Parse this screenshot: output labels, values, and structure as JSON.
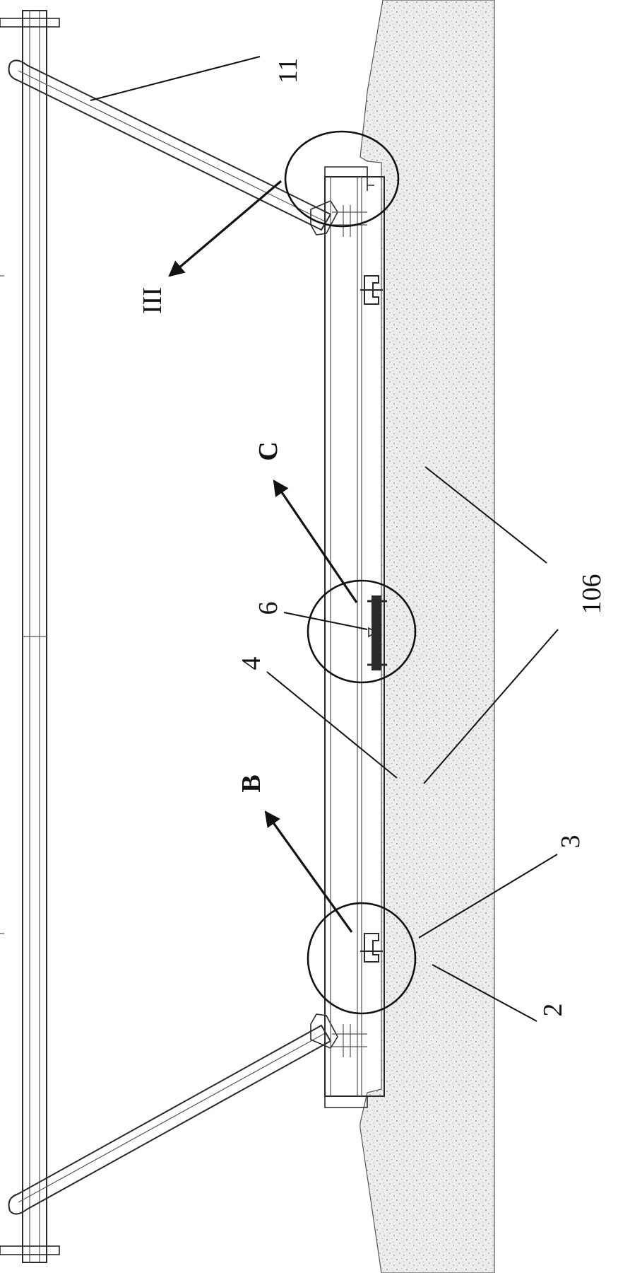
{
  "figure": {
    "callouts": [
      {
        "id": "11",
        "text": "11"
      },
      {
        "id": "III",
        "text": "III"
      },
      {
        "id": "C",
        "text": "C"
      },
      {
        "id": "6",
        "text": "6"
      },
      {
        "id": "4",
        "text": "4"
      },
      {
        "id": "106",
        "text": "106"
      },
      {
        "id": "B",
        "text": "B"
      },
      {
        "id": "3",
        "text": "3"
      },
      {
        "id": "2",
        "text": "2"
      }
    ],
    "colors": {
      "line": "#2a2a2a",
      "ground_fill": "#ececec",
      "ground_speckle": "#8a8a8a",
      "background": "#ffffff"
    }
  }
}
